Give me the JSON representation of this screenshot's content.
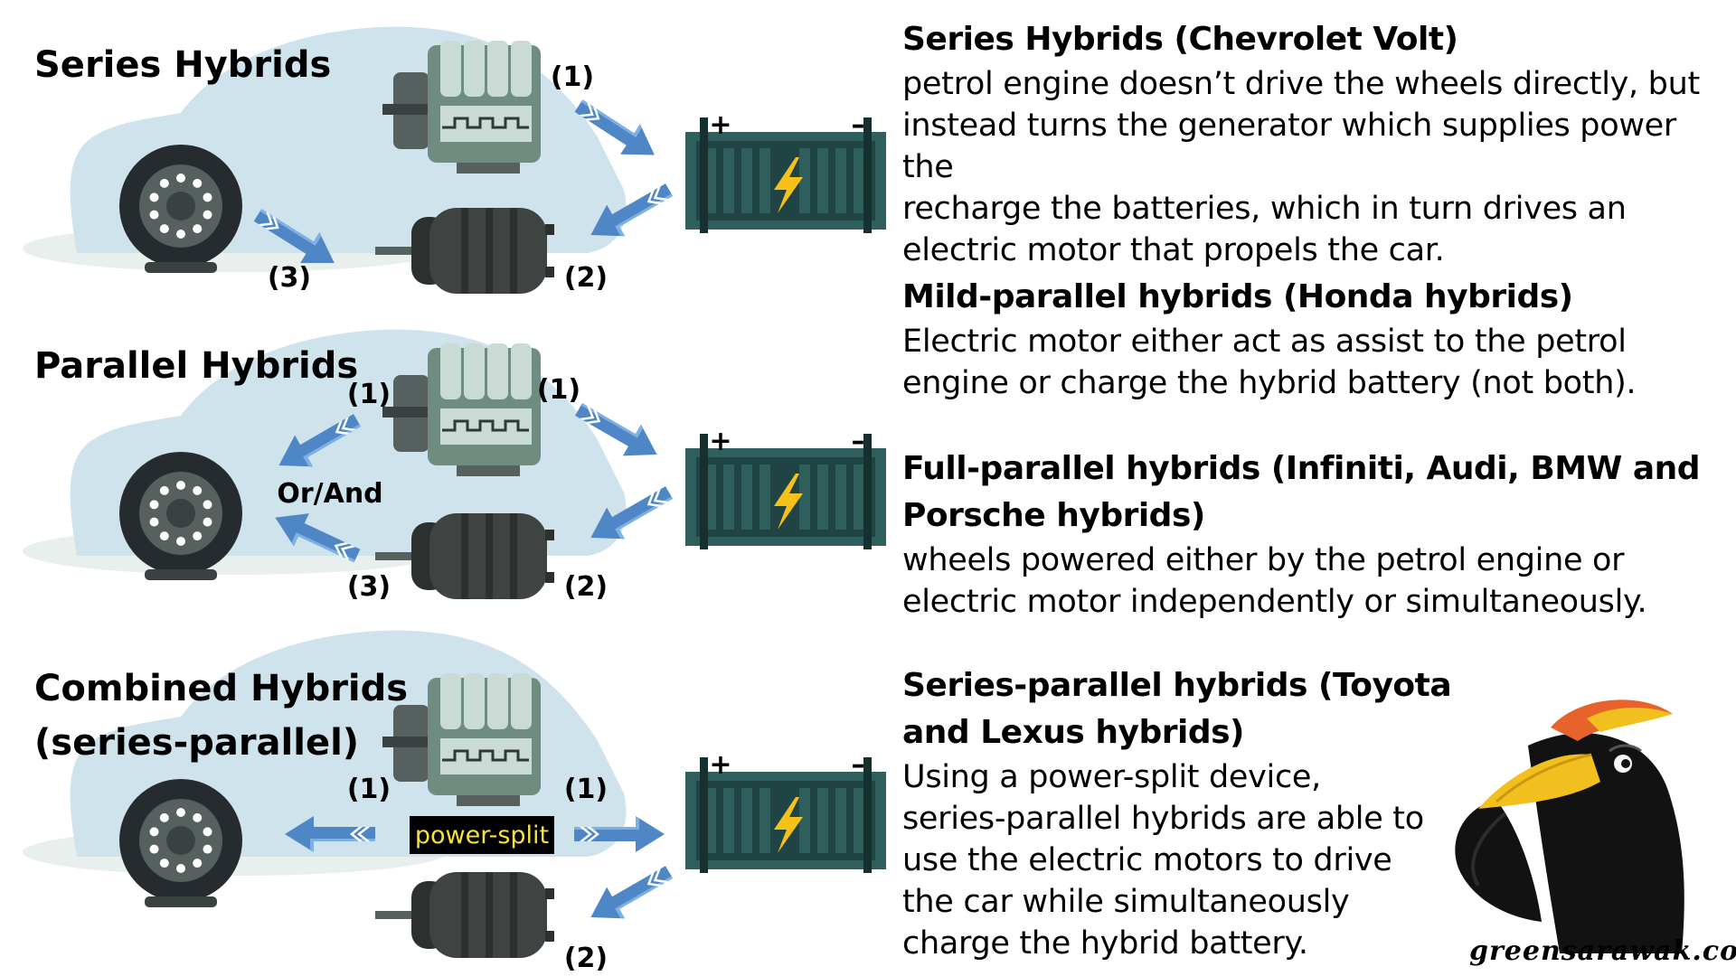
{
  "panels": [
    {
      "title_lines": [
        "Series Hybrids"
      ],
      "labels": [
        "(1)",
        "(2)",
        "(3)"
      ]
    },
    {
      "title_lines": [
        "Parallel Hybrids"
      ],
      "labels": [
        "(1)",
        "(1)",
        "(2)",
        "(3)"
      ],
      "or_and": "Or/And"
    },
    {
      "title_lines": [
        "Combined Hybrids",
        "(series-parallel)"
      ],
      "labels": [
        "(1)",
        "(1)",
        "(2)"
      ],
      "power_split": "power-split"
    }
  ],
  "descriptions": [
    {
      "heading_lines": [
        "Series Hybrids (Chevrolet Volt)"
      ],
      "body_lines": [
        "petrol engine doesn’t drive the wheels directly, but",
        "instead turns the generator which supplies power the",
        "recharge the batteries, which in turn drives an",
        "electric motor that propels the car."
      ]
    },
    {
      "heading_lines": [
        "Mild-parallel hybrids (Honda hybrids)"
      ],
      "body_lines": [
        "Electric motor either act as assist to the petrol",
        "engine or charge the hybrid battery (not both)."
      ]
    },
    {
      "heading_lines": [
        "Full-parallel hybrids (Infiniti, Audi, BMW and",
        "Porsche hybrids)"
      ],
      "body_lines": [
        "wheels powered either by the petrol engine or",
        "electric motor independently or simultaneously."
      ]
    },
    {
      "heading_lines": [
        "Series-parallel hybrids (Toyota",
        "and Lexus hybrids)"
      ],
      "body_lines": [
        "Using a power-split device,",
        "series-parallel hybrids are able to",
        "use the electric motors to drive",
        "the car while simultaneously",
        "charge the hybrid battery."
      ]
    }
  ],
  "battery_terminals": {
    "plus": "+",
    "minus": "–"
  },
  "watermark": "greensarawak.com",
  "colors": {
    "car_body": "#cfe3ec",
    "ground": "#e8efec",
    "tire": "#262b2f",
    "hub": "#56605e",
    "arrow": "#4f86c6",
    "engine": "#6f8c80",
    "engine_light": "#c9dbd4",
    "motor": "#3f4342",
    "battery": "#2e5f5c",
    "battery_cell": "#1f4443",
    "bolt": "#f6c21a",
    "hornbill_body": "#121212",
    "hornbill_beak": "#f2c01e",
    "hornbill_casque": "#e8632b"
  },
  "icons": [
    "car-silhouette-icon",
    "wheel-icon",
    "engine-icon",
    "electric-motor-icon",
    "battery-icon",
    "lightning-bolt-icon",
    "arrow-icon",
    "hornbill-mascot-icon"
  ]
}
